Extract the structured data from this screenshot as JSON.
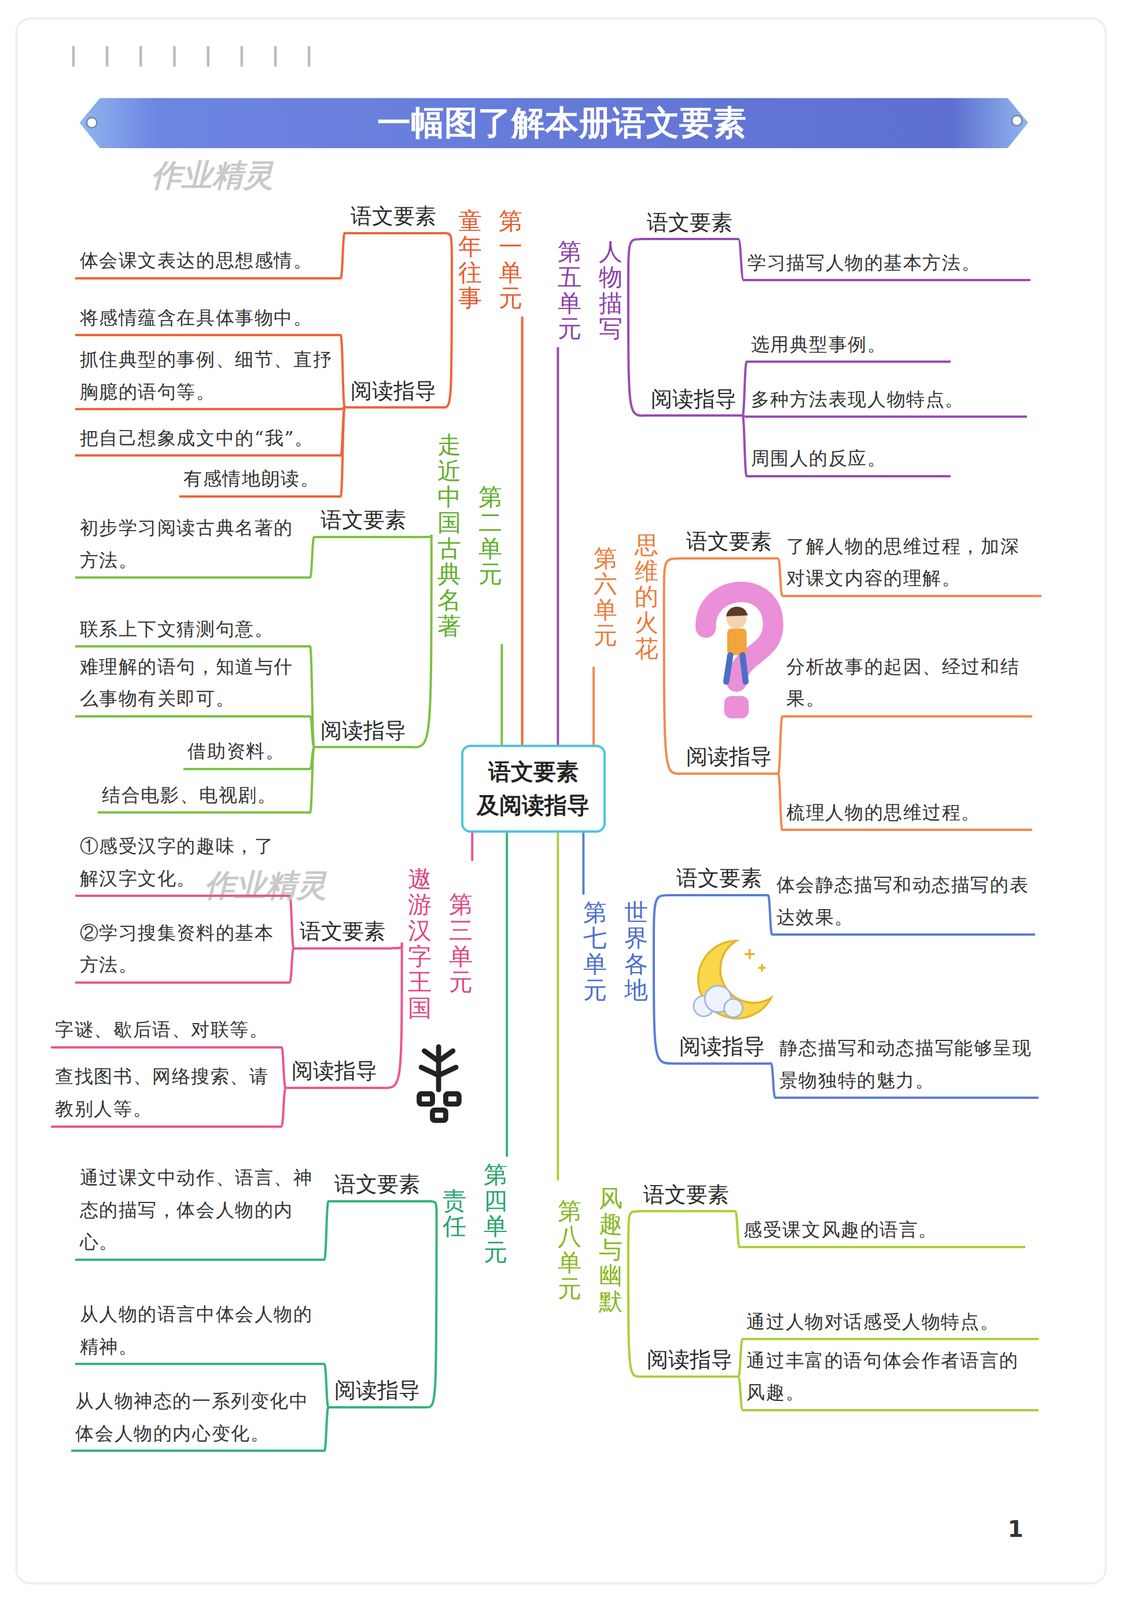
{
  "diagram": {
    "title": "一幅图了解本册语文要素",
    "nodes": [
      {
        "text": [
          "语文要素 及阅读指导"
        ]
      },
      {
        "text": [
          "第一单元",
          "童年往事"
        ]
      },
      {
        "text": [
          "语文要素"
        ]
      },
      {
        "text": [
          "体会课文表达的思想感情。"
        ]
      },
      {
        "text": [
          "阅读指导"
        ]
      },
      {
        "text": [
          "将感情蕴含在具体事物中。"
        ]
      },
      {
        "text": [
          "抓住典型的事例、细节、直抒胸臆的语句等。"
        ]
      },
      {
        "text": [
          "把自己想象成文中的“我”。"
        ]
      },
      {
        "text": [
          "有感情地朗读。"
        ]
      },
      {
        "text": [
          "第二单元",
          "走近中国古典名著"
        ]
      },
      {
        "text": [
          "语文要素"
        ]
      },
      {
        "text": [
          "初步学习阅读古典名著的方法。"
        ]
      },
      {
        "text": [
          "阅读指导"
        ]
      },
      {
        "text": [
          "联系上下文猜测句意。"
        ]
      },
      {
        "text": [
          "难理解的语句，知道与什么事物有关即可。"
        ]
      },
      {
        "text": [
          "借助资料。"
        ]
      },
      {
        "text": [
          "结合电影、电视剧。"
        ]
      },
      {
        "text": [
          "第三单元",
          "遨游汉字王国"
        ]
      },
      {
        "text": [
          "语文要素"
        ]
      },
      {
        "text": [
          "①感受汉字的趣味，了解汉字文化。"
        ]
      },
      {
        "text": [
          "②学习搜集资料的基本方法。"
        ]
      },
      {
        "text": [
          "阅读指导"
        ]
      },
      {
        "text": [
          "字谜、歇后语、对联等。"
        ]
      },
      {
        "text": [
          "查找图书、网络搜索、请教别人等。"
        ]
      },
      {
        "text": [
          "第四单元",
          "责任"
        ]
      },
      {
        "text": [
          "语文要素"
        ]
      },
      {
        "text": [
          "通过课文中动作、语言、神态的描写，体会人物的内心。"
        ]
      },
      {
        "text": [
          "阅读指导"
        ]
      },
      {
        "text": [
          "从人物的语言中体会人物的精神。"
        ]
      },
      {
        "text": [
          "从人物神态的一系列变化中体会人物的内心变化。"
        ]
      },
      {
        "text": [
          "第五单元",
          "人物描写"
        ]
      },
      {
        "text": [
          "语文要素"
        ]
      },
      {
        "text": [
          "学习描写人物的基本方法。"
        ]
      },
      {
        "text": [
          "阅读指导"
        ]
      },
      {
        "text": [
          "选用典型事例。"
        ]
      },
      {
        "text": [
          "多种方法表现人物特点。"
        ]
      },
      {
        "text": [
          "周围人的反应。"
        ]
      },
      {
        "text": [
          "第六单元",
          "思维的火花"
        ]
      },
      {
        "text": [
          "语文要素"
        ]
      },
      {
        "text": [
          "了解人物的思维过程，加深对课文内容的理解。"
        ]
      },
      {
        "text": [
          "阅读指导"
        ]
      },
      {
        "text": [
          "分析故事的起因、经过和结果。"
        ]
      },
      {
        "text": [
          "梳理人物的思维过程。"
        ]
      },
      {
        "text": [
          "第七单元",
          "世界各地"
        ]
      },
      {
        "text": [
          "语文要素"
        ]
      },
      {
        "text": [
          "体会静态描写和动态描写的表达效果。"
        ]
      },
      {
        "text": [
          "阅读指导"
        ]
      },
      {
        "text": [
          "静态描写和动态描写能够呈现景物独特的魅力。"
        ]
      },
      {
        "text": [
          "第八单元",
          "风趣与幽默"
        ]
      },
      {
        "text": [
          "语文要素"
        ]
      },
      {
        "text": [
          "感受课文风趣的语言。"
        ]
      },
      {
        "text": [
          "阅读指导"
        ]
      },
      {
        "text": [
          "通过人物对话感受人物特点。"
        ]
      },
      {
        "text": [
          "通过丰富的语句体会作者语言的风趣。"
        ]
      }
    ],
    "edges": [
      {
        "from": 0,
        "to": 1,
        "arrow": "none"
      },
      {
        "from": 1,
        "to": 2,
        "arrow": "none"
      },
      {
        "from": 2,
        "to": 3,
        "arrow": "none"
      },
      {
        "from": 1,
        "to": 4,
        "arrow": "none"
      },
      {
        "from": 4,
        "to": 5,
        "arrow": "none"
      },
      {
        "from": 4,
        "to": 6,
        "arrow": "none"
      },
      {
        "from": 4,
        "to": 7,
        "arrow": "none"
      },
      {
        "from": 4,
        "to": 8,
        "arrow": "none"
      },
      {
        "from": 0,
        "to": 9,
        "arrow": "none"
      },
      {
        "from": 9,
        "to": 10,
        "arrow": "none"
      },
      {
        "from": 10,
        "to": 11,
        "arrow": "none"
      },
      {
        "from": 9,
        "to": 12,
        "arrow": "none"
      },
      {
        "from": 12,
        "to": 13,
        "arrow": "none"
      },
      {
        "from": 12,
        "to": 14,
        "arrow": "none"
      },
      {
        "from": 12,
        "to": 15,
        "arrow": "none"
      },
      {
        "from": 12,
        "to": 16,
        "arrow": "none"
      },
      {
        "from": 0,
        "to": 17,
        "arrow": "none"
      },
      {
        "from": 17,
        "to": 18,
        "arrow": "none"
      },
      {
        "from": 18,
        "to": 19,
        "arrow": "none"
      },
      {
        "from": 18,
        "to": 20,
        "arrow": "none"
      },
      {
        "from": 17,
        "to": 21,
        "arrow": "none"
      },
      {
        "from": 21,
        "to": 22,
        "arrow": "none"
      },
      {
        "from": 21,
        "to": 23,
        "arrow": "none"
      },
      {
        "from": 0,
        "to": 24,
        "arrow": "none"
      },
      {
        "from": 24,
        "to": 25,
        "arrow": "none"
      },
      {
        "from": 25,
        "to": 26,
        "arrow": "none"
      },
      {
        "from": 24,
        "to": 27,
        "arrow": "none"
      },
      {
        "from": 27,
        "to": 28,
        "arrow": "none"
      },
      {
        "from": 27,
        "to": 29,
        "arrow": "none"
      },
      {
        "from": 0,
        "to": 30,
        "arrow": "none"
      },
      {
        "from": 30,
        "to": 31,
        "arrow": "none"
      },
      {
        "from": 31,
        "to": 32,
        "arrow": "none"
      },
      {
        "from": 30,
        "to": 33,
        "arrow": "none"
      },
      {
        "from": 33,
        "to": 34,
        "arrow": "none"
      },
      {
        "from": 33,
        "to": 35,
        "arrow": "none"
      },
      {
        "from": 33,
        "to": 36,
        "arrow": "none"
      },
      {
        "from": 0,
        "to": 37,
        "arrow": "none"
      },
      {
        "from": 37,
        "to": 38,
        "arrow": "none"
      },
      {
        "from": 38,
        "to": 39,
        "arrow": "none"
      },
      {
        "from": 37,
        "to": 40,
        "arrow": "none"
      },
      {
        "from": 40,
        "to": 41,
        "arrow": "none"
      },
      {
        "from": 40,
        "to": 42,
        "arrow": "none"
      },
      {
        "from": 0,
        "to": 43,
        "arrow": "none"
      },
      {
        "from": 43,
        "to": 44,
        "arrow": "none"
      },
      {
        "from": 44,
        "to": 45,
        "arrow": "none"
      },
      {
        "from": 43,
        "to": 46,
        "arrow": "none"
      },
      {
        "from": 46,
        "to": 47,
        "arrow": "none"
      },
      {
        "from": 0,
        "to": 48,
        "arrow": "none"
      },
      {
        "from": 48,
        "to": 49,
        "arrow": "none"
      },
      {
        "from": 49,
        "to": 50,
        "arrow": "none"
      },
      {
        "from": 48,
        "to": 51,
        "arrow": "none"
      },
      {
        "from": 51,
        "to": 52,
        "arrow": "none"
      },
      {
        "from": 51,
        "to": 53,
        "arrow": "none"
      }
    ],
    "labels": [
      "作业精灵",
      "作业精灵",
      "1"
    ]
  }
}
